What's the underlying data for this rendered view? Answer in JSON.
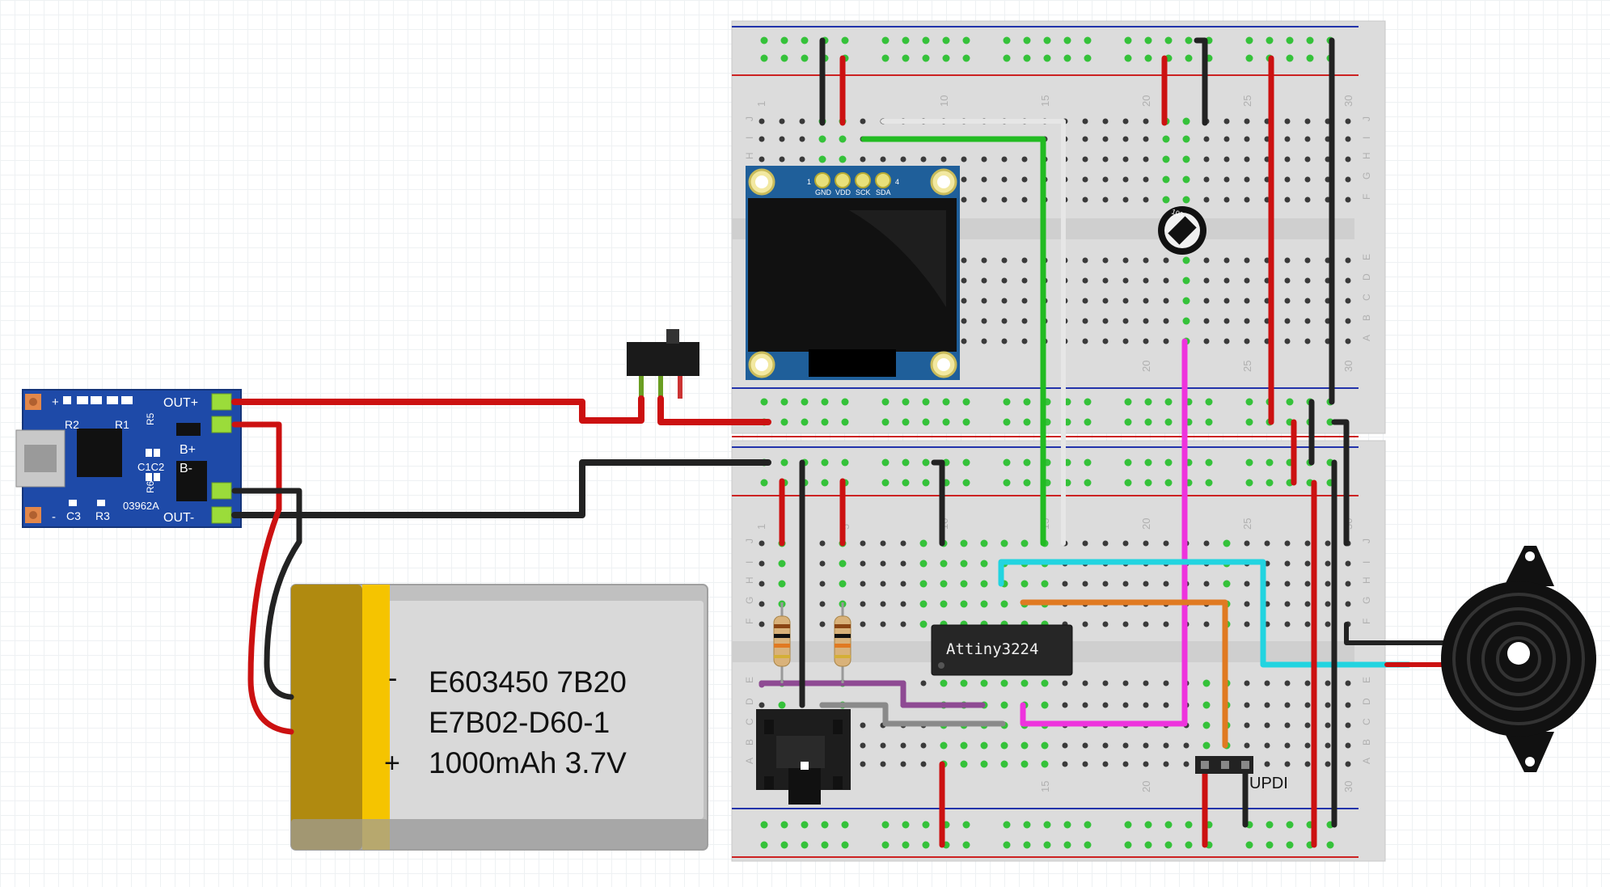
{
  "charger_module": {
    "labels": {
      "out_plus": "OUT+",
      "out_minus": "OUT-",
      "b_plus": "B+",
      "b_minus": "B-",
      "plus": "+",
      "minus": "-",
      "r1": "R1",
      "r2": "R2",
      "r3": "R3",
      "r5": "R5",
      "r6": "R6",
      "c1c2": "C1C2",
      "c3": "C3",
      "code": "03962A"
    },
    "color": "#1e4aa8"
  },
  "battery": {
    "polarity_minus": "-",
    "polarity_plus": "+",
    "line1": "E603450 7B20",
    "line2": "E7B02-D60-1",
    "line3": "1000mAh 3.7V"
  },
  "oled": {
    "pins": [
      "1",
      "GND",
      "VDD",
      "SCK",
      "SDA",
      "4"
    ]
  },
  "potentiometer": {
    "label": "103"
  },
  "breadboard": {
    "top_numbers": [
      "1",
      "10",
      "15",
      "20",
      "25",
      "30"
    ],
    "bottom_numbers": [
      "20",
      "25",
      "30"
    ],
    "lower_numbers": [
      "1",
      "5",
      "10",
      "15",
      "20",
      "25",
      "30"
    ],
    "row_letters_top": [
      "J",
      "I",
      "H",
      "G",
      "F",
      "E",
      "D",
      "C",
      "B",
      "A"
    ],
    "row_letters_bottom": [
      "J",
      "I",
      "H",
      "G",
      "F",
      "E",
      "D",
      "C",
      "B",
      "A"
    ]
  },
  "mcu": {
    "label": "Attiny3224"
  },
  "updi": {
    "label": "UPDI"
  },
  "wire_colors": {
    "red": "#cc1111",
    "black": "#222222",
    "green": "#22bb22",
    "white": "#e6e6e6",
    "cyan": "#22d4e0",
    "magenta": "#ee33dd",
    "orange": "#e07a22",
    "purple": "#8e4a93",
    "gray": "#8a8a8a"
  }
}
